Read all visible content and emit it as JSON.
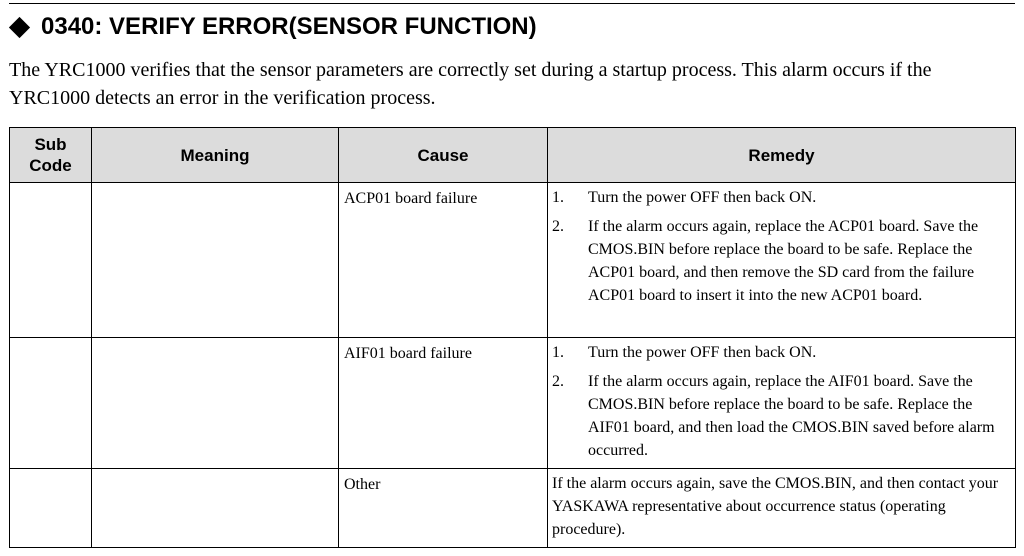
{
  "heading": {
    "title": "0340: VERIFY ERROR(SENSOR FUNCTION)"
  },
  "intro": "The YRC1000 verifies that the sensor parameters are correctly set during a startup process. This alarm occurs if the YRC1000 detects an error in the verification process.",
  "table": {
    "headers": {
      "sub_code_line1": "Sub",
      "sub_code_line2": "Code",
      "meaning": "Meaning",
      "cause": "Cause",
      "remedy": "Remedy"
    },
    "rows": [
      {
        "sub_code": "",
        "meaning": "",
        "cause": "ACP01 board failure",
        "steps": [
          {
            "num": "1.",
            "text": "Turn the power OFF then back ON."
          },
          {
            "num": "2.",
            "text": "If the alarm occurs again, replace the ACP01 board. Save the CMOS.BIN before replace the board to be safe. Replace the ACP01 board, and then remove the SD card from the failure ACP01 board to insert it into the new ACP01 board."
          }
        ]
      },
      {
        "sub_code": "",
        "meaning": "",
        "cause": "AIF01 board failure",
        "steps": [
          {
            "num": "1.",
            "text": "Turn the power OFF then back ON."
          },
          {
            "num": "2.",
            "text": "If the alarm occurs again, replace the AIF01 board. Save the CMOS.BIN before replace the board to be safe. Replace the AIF01 board, and then load the CMOS.BIN saved before alarm occurred."
          }
        ]
      },
      {
        "sub_code": "",
        "meaning": "",
        "cause": "Other",
        "remedy": "If the alarm occurs again, save the CMOS.BIN, and then contact your YASKAWA representative about occurrence status (operating procedure)."
      }
    ]
  }
}
